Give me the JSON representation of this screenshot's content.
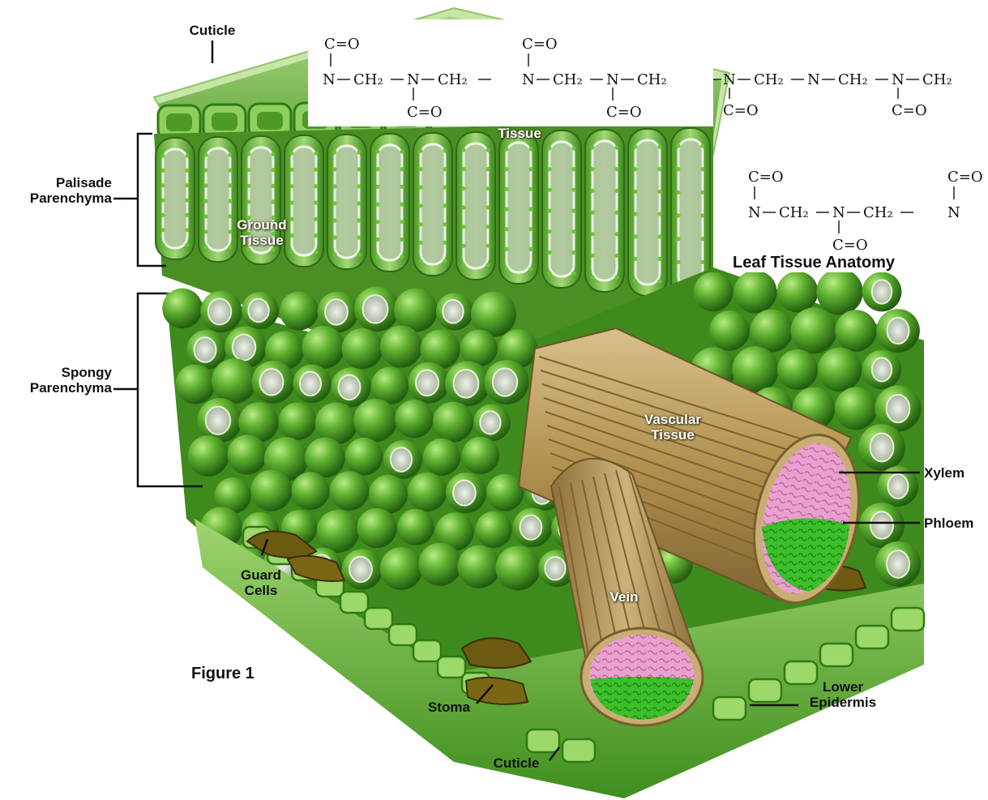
{
  "colors": {
    "leaf_green": "#5fb030",
    "leaf_dark": "#2f7a16",
    "leaf_light": "#a8dc78",
    "vein_tan": "#b99a58",
    "xylem_pink": "#e99ccc",
    "phloem_green": "#3dbb2a",
    "guard_brown": "#6b5a10"
  },
  "labels": {
    "cuticle_top": "Cuticle",
    "palisade": "Palisade\nParenchyma",
    "spongy": "Spongy\nParenchyma",
    "ground_tissue": "Ground\nTissue",
    "upper_tissue": "Tissue",
    "vascular_tissue": "Vascular\nTissue",
    "xylem": "Xylem",
    "phloem": "Phloem",
    "guard_cells": "Guard\nCells",
    "vein": "Vein",
    "figure": "Figure 1",
    "stoma": "Stoma",
    "cuticle_bottom": "Cuticle",
    "lower_epidermis": "Lower\nEpidermis",
    "title": "Leaf Tissue Anatomy"
  },
  "chem_strip": {
    "top_groups": [
      "C=O",
      "C=O"
    ],
    "main_chain": [
      "N",
      "CH₂",
      "N",
      "CH₂",
      "N",
      "CH₂",
      "N",
      "CH₂",
      "N",
      "CH₂",
      "N",
      "CH₂",
      "N",
      "CH₂"
    ],
    "bottom_groups": [
      "C=O",
      "C=O",
      "C=O",
      "C=O"
    ]
  },
  "chem_small": {
    "top_groups": [
      "C=O",
      "C=O"
    ],
    "main_chain": [
      "N",
      "CH₂",
      "N",
      "CH₂",
      "N"
    ],
    "bottom_groups": [
      "C=O"
    ]
  }
}
